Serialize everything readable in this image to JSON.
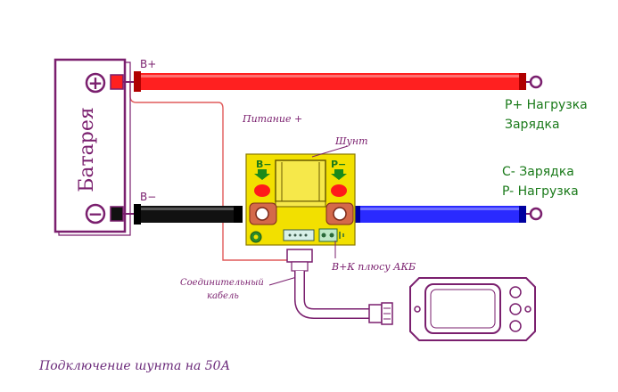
{
  "battery": {
    "label": "Батарея",
    "plus_symbol": "+",
    "minus_symbol": "−"
  },
  "wires": {
    "b_plus": "B+",
    "b_minus": "B−",
    "power_plus": "Питание +"
  },
  "shunt": {
    "label": "Шунт",
    "b_minus": "B−",
    "p_minus": "P−",
    "b_plus_to_battery": "B+К плюсу АКБ"
  },
  "right_labels": {
    "p_plus_load": "P+ Нагрузка",
    "charging": "Зарядка",
    "c_minus_charging": "C- Зарядка",
    "p_minus_load": "P- Нагрузка"
  },
  "cable": {
    "line1": "Соединительный",
    "line2": "кабель"
  },
  "caption": "Подключение шунта на 50А",
  "colors": {
    "purple": "#7a1f6e",
    "red_wire": "#ff2020",
    "blue_wire": "#2a2aff",
    "black_wire": "#111111",
    "pcb_yellow": "#f2e000",
    "pad_copper": "#d4694a",
    "text_green": "#1a7a1a",
    "caption_purple": "#6b2a7a"
  }
}
